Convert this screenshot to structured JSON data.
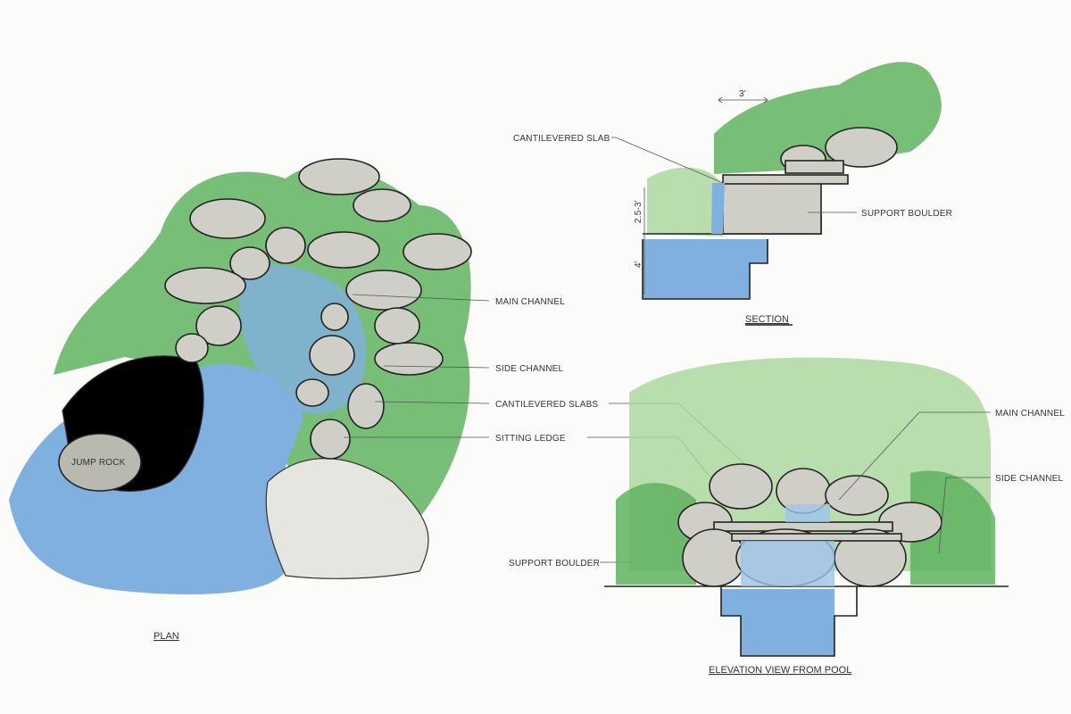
{
  "colors": {
    "water": "#7fb0e0",
    "foliage": "#5fb35f",
    "light_foliage": "#a9d79a",
    "stone": "#cfcfc8",
    "ink": "#222222"
  },
  "plan": {
    "title": "PLAN",
    "jump_rock": "JUMP ROCK"
  },
  "callouts": {
    "main_channel": "MAIN CHANNEL",
    "side_channel": "SIDE CHANNEL",
    "cantilevered_slabs": "CANTILEVERED SLABS",
    "sitting_ledge": "SITTING LEDGE",
    "support_boulder": "SUPPORT BOULDER"
  },
  "section": {
    "title": "SECTION",
    "cantilevered_slab": "CANTILEVERED SLAB",
    "support_boulder": "SUPPORT BOULDER",
    "dim_width": "3'",
    "dim_fall": "2.5-3'",
    "dim_depth": "4'"
  },
  "elevation": {
    "title": "ELEVATION VIEW FROM POOL",
    "main_channel": "MAIN CHANNEL",
    "side_channel": "SIDE CHANNEL"
  }
}
